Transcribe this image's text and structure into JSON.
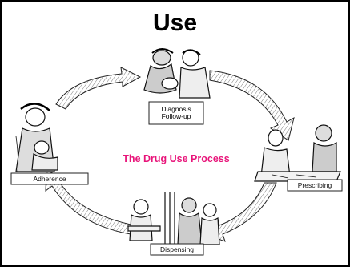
{
  "title": "Use",
  "center_label": "The Drug Use Process",
  "stages": {
    "diagnosis_line1": "Diagnosis",
    "diagnosis_line2": "Follow-up",
    "prescribing": "Prescribing",
    "dispensing": "Dispensing",
    "adherence": "Adherence"
  },
  "colors": {
    "center_label": "#e8157a",
    "frame": "#000000"
  }
}
